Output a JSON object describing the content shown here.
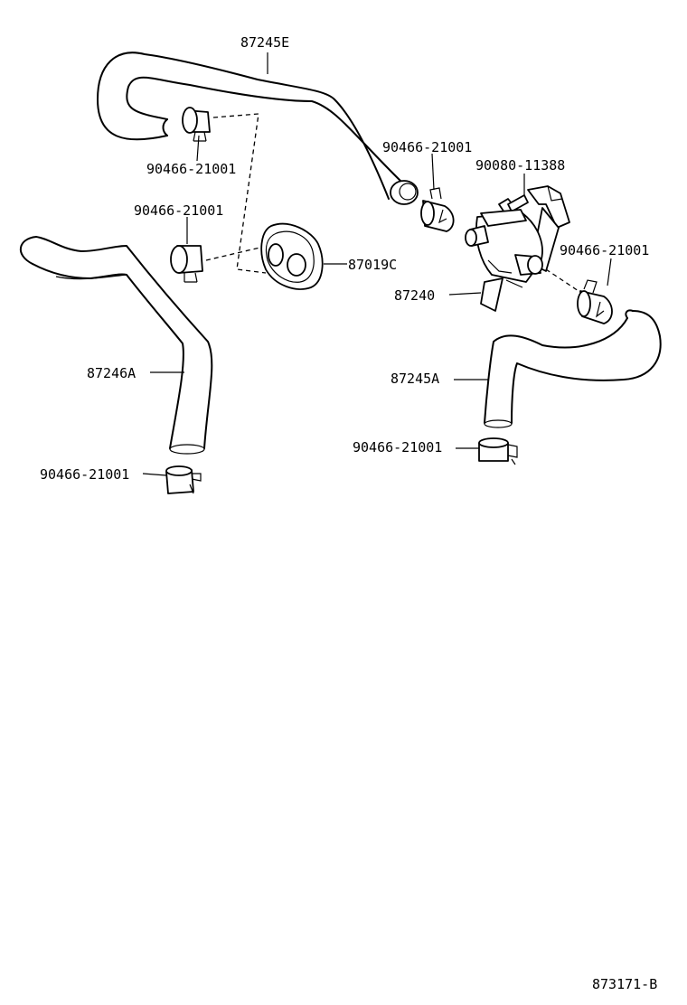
{
  "labels": {
    "hose_upper": "87245E",
    "clamp_upper": "90466-21001",
    "clamp_left_mid": "90466-21001",
    "grommet": "87019C",
    "clamp_center": "90466-21001",
    "bolt": "90080-11388",
    "valve": "87240",
    "clamp_right": "90466-21001",
    "hose_left": "87246A",
    "hose_right": "87245A",
    "clamp_bottom_right": "90466-21001",
    "clamp_bottom_left": "90466-21001",
    "diagram_code": "873171-B"
  }
}
